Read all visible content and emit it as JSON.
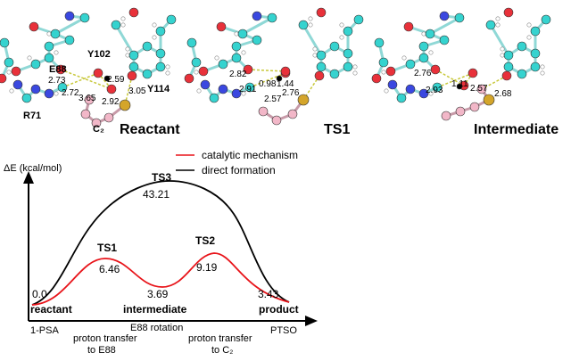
{
  "panels": [
    {
      "title": "Reactant",
      "labels": [
        "E88",
        "Y102",
        "R71",
        "Y114",
        "C₂"
      ],
      "distances": [
        "2.73",
        "2.59",
        "2.72",
        "3.65",
        "2.92",
        "3.05"
      ]
    },
    {
      "title": "TS1",
      "distances": [
        "2.82",
        "2.91",
        "0.98",
        "1.44",
        "2.57",
        "2.76"
      ]
    },
    {
      "title": "Intermediate",
      "distances": [
        "2.76",
        "2.93",
        "1.11",
        "2.57",
        "2.68"
      ]
    }
  ],
  "legend": {
    "catalytic": "catalytic mechanism",
    "direct": "direct formation"
  },
  "axis": {
    "y_label": "ΔE (kcal/mol)"
  },
  "states": [
    {
      "name": "TS3",
      "value": "43.21"
    },
    {
      "name": "TS1",
      "value": "6.46"
    },
    {
      "name": "TS2",
      "value": "9.19"
    },
    {
      "name": "",
      "value": "3.69"
    },
    {
      "name": "",
      "value": "0.0"
    },
    {
      "name": "",
      "value": "3.43"
    }
  ],
  "stage_labels": [
    "reactant",
    "intermediate",
    "product"
  ],
  "bottom_labels": [
    "1-PSA",
    "E88 rotation",
    "PTSO"
  ],
  "step_labels": [
    [
      "proton transfer",
      "to E88"
    ],
    [
      "proton transfer",
      "to C₂"
    ]
  ],
  "colors": {
    "catalytic": "#e8141a",
    "direct": "#000000",
    "c_atom": "#35d3cf",
    "o_atom": "#e8313a",
    "n_atom": "#3a48e0",
    "s_atom": "#d4a52a",
    "substrate": "#f2b7c8"
  }
}
